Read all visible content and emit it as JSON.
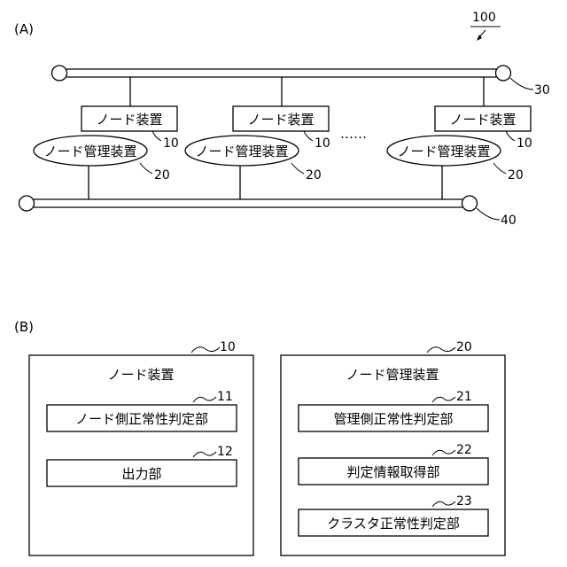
{
  "part_a": {
    "label": "(A)",
    "system_ref": "100",
    "bus_top_ref": "30",
    "bus_bottom_ref": "40",
    "ellipsis": "……",
    "nodes": [
      {
        "device": "ノード装置",
        "device_ref": "10",
        "manager": "ノード管理装置",
        "manager_ref": "20"
      },
      {
        "device": "ノード装置",
        "device_ref": "10",
        "manager": "ノード管理装置",
        "manager_ref": "20"
      },
      {
        "device": "ノード装置",
        "device_ref": "10",
        "manager": "ノード管理装置",
        "manager_ref": "20"
      }
    ]
  },
  "part_b": {
    "label": "(B)",
    "node_device": {
      "ref": "10",
      "title": "ノード装置",
      "units": [
        {
          "ref": "11",
          "label": "ノード側正常性判定部"
        },
        {
          "ref": "12",
          "label": "出力部"
        }
      ]
    },
    "node_manager": {
      "ref": "20",
      "title": "ノード管理装置",
      "units": [
        {
          "ref": "21",
          "label": "管理側正常性判定部"
        },
        {
          "ref": "22",
          "label": "判定情報取得部"
        },
        {
          "ref": "23",
          "label": "クラスタ正常性判定部"
        }
      ]
    }
  }
}
